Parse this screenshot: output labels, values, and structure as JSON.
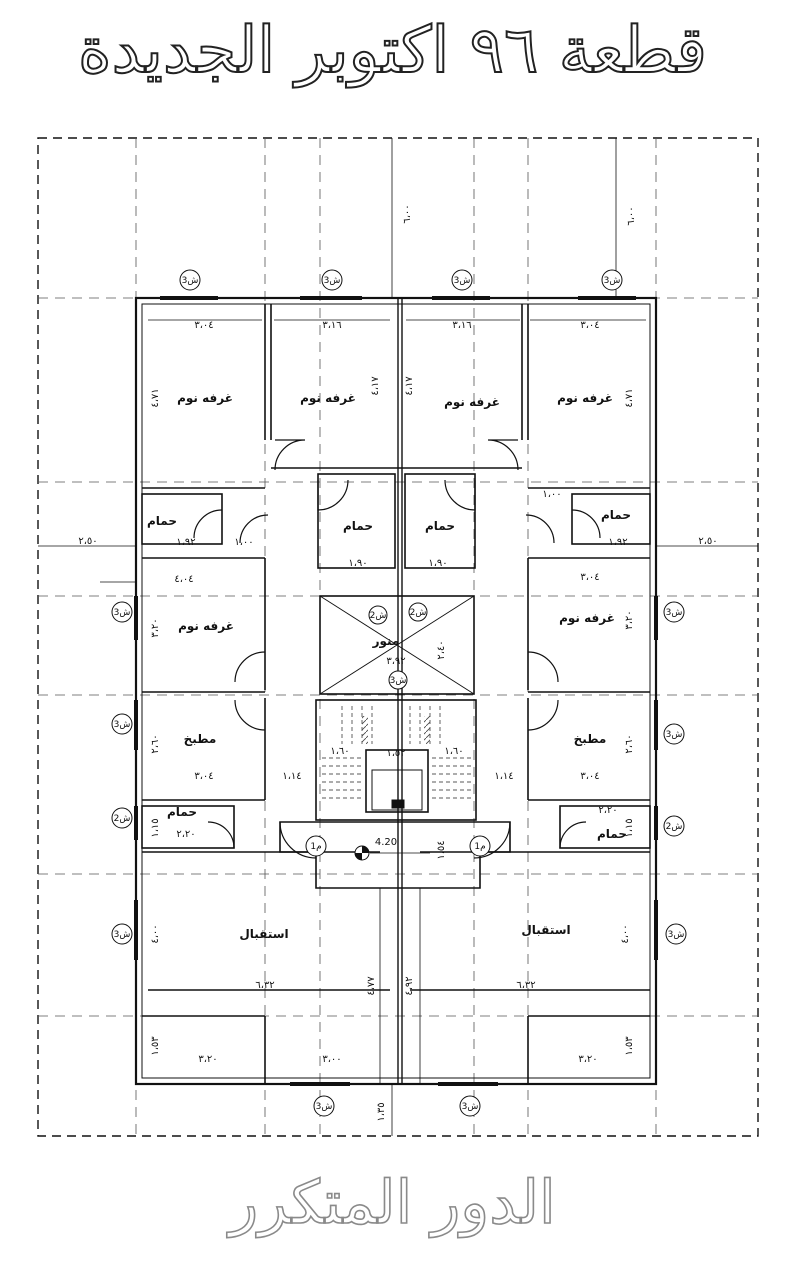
{
  "title": "قطعة ٩٦ اكتوبر الجديدة",
  "subtitle": "الدور المتكرر",
  "rooms": {
    "bedroom": "غرفه نوم",
    "bathroom": "حمام",
    "kitchen": "مطبخ",
    "reception": "استقبال",
    "light_well": "منور"
  },
  "dims": {
    "top_304": "٣،٠٤",
    "top_316": "٣،١٦",
    "h_471": "٤،٧١",
    "h_417": "٤،١٧",
    "d_100": "١،٠٠",
    "d_192": "١،٩٢",
    "d_190": "١،٩٠",
    "d_250": "٢،٥٠",
    "d_404": "٤،٠٤",
    "d_304": "٣،٠٤",
    "d_320v": "٣،٢٠",
    "d_392": "٣،٩٢",
    "d_240": "٢،٤٠",
    "d_114": "١،١٤",
    "d_152": "١،٥٢",
    "d_160": "١،٦٠",
    "d_260": "٢،٦٠",
    "d_115": "١،١٥",
    "d_220": "٢،٢٠",
    "d_420": "4.20",
    "d_154": "١،٥٤",
    "d_400": "٤،٠٠",
    "d_632": "٦،٣٢",
    "d_477": "٤،٧٧",
    "d_492": "٤،٩٢",
    "d_153": "١،٥٣",
    "d_320": "٣،٢٠",
    "d_300": "٣،٠٠",
    "d_135": "١،٣٥",
    "d_600": "٦،٠٠"
  },
  "markers": {
    "sh3": "ش3",
    "sh2": "ش2",
    "m1": "م1"
  }
}
